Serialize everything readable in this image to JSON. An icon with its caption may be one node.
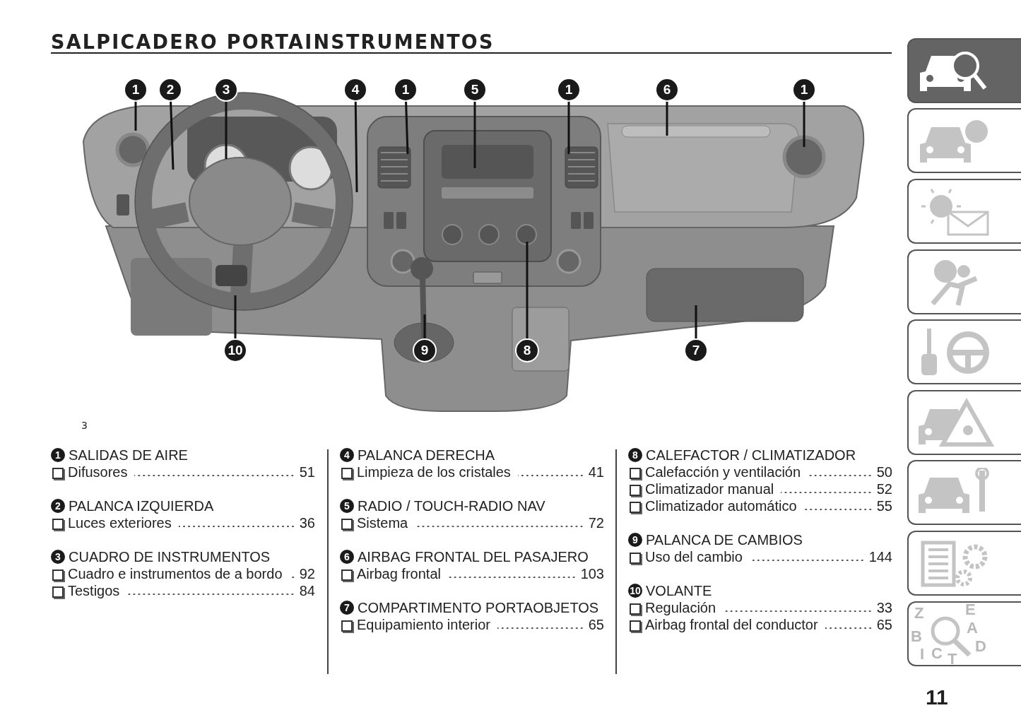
{
  "diagram": {
    "title": "SALPICADERO PORTAINSTRUMENTOS",
    "nodes": [
      {
        "text": [
          "1"
        ]
      },
      {
        "text": [
          "2"
        ]
      },
      {
        "text": [
          "3"
        ]
      },
      {
        "text": [
          "4"
        ]
      },
      {
        "text": [
          "1"
        ]
      },
      {
        "text": [
          "5"
        ]
      },
      {
        "text": [
          "1"
        ]
      },
      {
        "text": [
          "6"
        ]
      },
      {
        "text": [
          "1"
        ]
      },
      {
        "text": [
          "10"
        ]
      },
      {
        "text": [
          "9"
        ]
      },
      {
        "text": [
          "8"
        ]
      },
      {
        "text": [
          "7"
        ]
      }
    ],
    "edges": [
      {
        "from": 0,
        "to": null,
        "arrow": "none"
      },
      {
        "from": 1,
        "to": null,
        "arrow": "none"
      },
      {
        "from": 2,
        "to": null,
        "arrow": "none"
      },
      {
        "from": 3,
        "to": null,
        "arrow": "none"
      },
      {
        "from": 4,
        "to": null,
        "arrow": "none"
      },
      {
        "from": 5,
        "to": null,
        "arrow": "none"
      },
      {
        "from": 6,
        "to": null,
        "arrow": "none"
      },
      {
        "from": 7,
        "to": null,
        "arrow": "none"
      },
      {
        "from": 8,
        "to": null,
        "arrow": "none"
      },
      {
        "from": 9,
        "to": null,
        "arrow": "none"
      },
      {
        "from": 10,
        "to": null,
        "arrow": "none"
      },
      {
        "from": 11,
        "to": null,
        "arrow": "none"
      },
      {
        "from": 12,
        "to": null,
        "arrow": "none"
      }
    ],
    "labels": [
      "3",
      "1",
      "SALIDAS DE AIRE",
      "Difusores",
      "51",
      "2",
      "PALANCA IZQUIERDA",
      "Luces exteriores",
      "36",
      "3",
      "CUADRO DE INSTRUMENTOS",
      "Cuadro e instrumentos de a bordo",
      "92",
      "Testigos",
      "84",
      "4",
      "PALANCA DERECHA",
      "Limpieza de los cristales",
      "41",
      "5",
      "RADIO / TOUCH-RADIO NAV",
      "Sistema",
      "72",
      "6",
      "AIRBAG FRONTAL DEL PASAJERO",
      "Airbag frontal",
      "103",
      "7",
      "COMPARTIMENTO PORTAOBJETOS",
      "Equipamiento interior",
      "65",
      "8",
      "CALEFACTOR / CLIMATIZADOR",
      "Calefacción y ventilación",
      "50",
      "Climatizador manual",
      "52",
      "Climatizador automático",
      "55",
      "9",
      "PALANCA DE CAMBIOS",
      "Uso del cambio",
      "144",
      "10",
      "VOLANTE",
      "Regulación",
      "33",
      "Airbag frontal del conductor",
      "65",
      "11",
      "Z",
      "E",
      "B",
      "A",
      "I",
      "C",
      "T",
      "D"
    ]
  }
}
